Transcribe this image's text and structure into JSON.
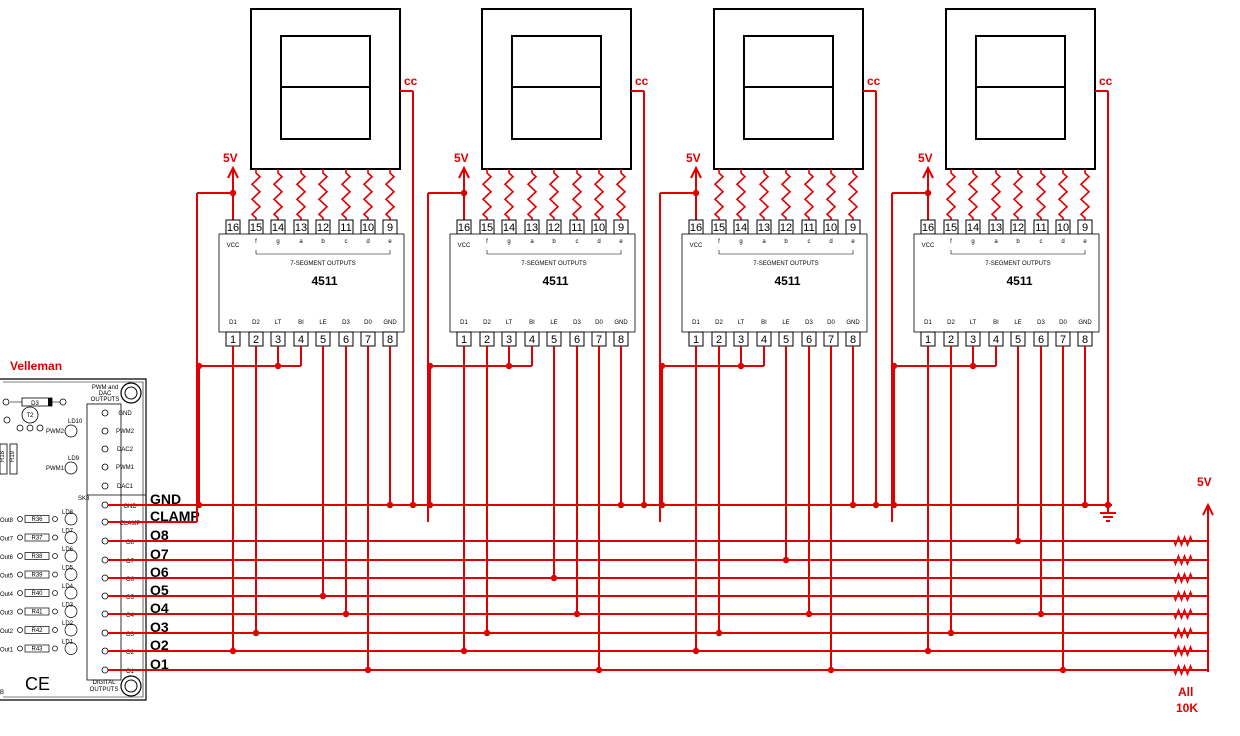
{
  "board": {
    "title": "Velleman",
    "header_label_line1": "PWM and",
    "header_label_line2": "DAC",
    "header_label_line3": "OUTPUTS",
    "footer_label_line1": "DIGITAL",
    "footer_label_line2": "OUTPUTS",
    "top_pins": [
      "GND",
      "PWM2",
      "DAC2",
      "PWM1",
      "DAC1"
    ],
    "sk_label": "SK8",
    "bottom_pins": [
      "GND",
      "CLAMP",
      "O8",
      "O7",
      "O6",
      "O5",
      "O4",
      "O3",
      "O2",
      "O1"
    ],
    "led_rows": [
      {
        "out": "Out8",
        "res": "R36",
        "led": "LD8"
      },
      {
        "out": "Out7",
        "res": "R37",
        "led": "LD7"
      },
      {
        "out": "Out6",
        "res": "R38",
        "led": "LD6"
      },
      {
        "out": "Out5",
        "res": "R39",
        "led": "LD5"
      },
      {
        "out": "Out4",
        "res": "R40",
        "led": "LD4"
      },
      {
        "out": "Out3",
        "res": "R41",
        "led": "LD3"
      },
      {
        "out": "Out2",
        "res": "R42",
        "led": "LD2"
      },
      {
        "out": "Out1",
        "res": "R43",
        "led": "LD1"
      }
    ],
    "misc": [
      "D3",
      "T2",
      "LD10",
      "PWM2",
      "LD9",
      "PWM1",
      "R18",
      "R19",
      "CE",
      "B"
    ]
  },
  "bus_labels": [
    "GND",
    "CLAMP",
    "O8",
    "O7",
    "O6",
    "O5",
    "O4",
    "O3",
    "O2",
    "O1"
  ],
  "chip": {
    "name": "4511",
    "subtitle": "7-SEGMENT OUTPUTS",
    "vcc": "VCC",
    "top_pin_numbers": [
      "16",
      "15",
      "14",
      "13",
      "12",
      "11",
      "10",
      "9"
    ],
    "top_pin_names": [
      "f",
      "g",
      "a",
      "b",
      "c",
      "d",
      "e"
    ],
    "bottom_pin_numbers": [
      "1",
      "2",
      "3",
      "4",
      "5",
      "6",
      "7",
      "8"
    ],
    "bottom_pin_names": [
      "D1",
      "D2",
      "LT",
      "BI",
      "LE",
      "D3",
      "D0",
      "GND"
    ]
  },
  "supply_label": "5V",
  "cc_label": "cc",
  "pullups": {
    "supply": "5V",
    "value_line1": "All",
    "value_line2": "10K"
  },
  "colors": {
    "wire": "#e00000",
    "ink": "#000000"
  }
}
